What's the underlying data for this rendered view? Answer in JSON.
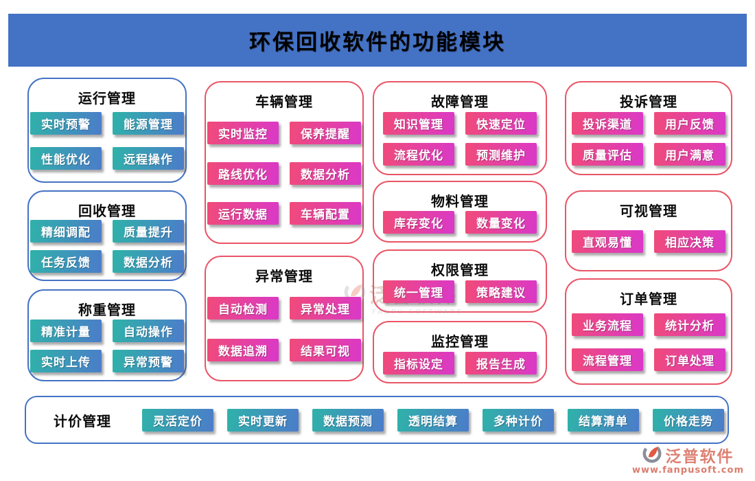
{
  "header": {
    "title": "环保回收软件的功能模块"
  },
  "colors": {
    "header_bg": "#4472c4",
    "blue_card_border": "#4472c4",
    "red_card_border": "#ea5567",
    "teal_button_gradient": [
      "#2fb2a9",
      "#4c7cca"
    ],
    "pink_button_gradient": [
      "#f04b79",
      "#da38c9"
    ],
    "button_text": "#ffffff",
    "brand_text": "#dd8173"
  },
  "cards": [
    {
      "title": "运行管理",
      "theme": "blue",
      "buttons": [
        "实时预警",
        "能源管理",
        "性能优化",
        "远程操作"
      ]
    },
    {
      "title": "回收管理",
      "theme": "blue",
      "buttons": [
        "精细调配",
        "质量提升",
        "任务反馈",
        "数据分析"
      ]
    },
    {
      "title": "称重管理",
      "theme": "blue",
      "buttons": [
        "精准计量",
        "自动操作",
        "实时上传",
        "异常预警"
      ]
    },
    {
      "title": "车辆管理",
      "theme": "red",
      "buttons": [
        "实时监控",
        "保养提醒",
        "路线优化",
        "数据分析",
        "运行数据",
        "车辆配置"
      ]
    },
    {
      "title": "异常管理",
      "theme": "red",
      "buttons": [
        "自动检测",
        "异常处理",
        "数据追溯",
        "结果可视"
      ]
    },
    {
      "title": "故障管理",
      "theme": "red",
      "buttons": [
        "知识管理",
        "快速定位",
        "流程优化",
        "预测维护"
      ]
    },
    {
      "title": "物料管理",
      "theme": "red",
      "buttons": [
        "库存变化",
        "数量变化"
      ]
    },
    {
      "title": "权限管理",
      "theme": "red",
      "buttons": [
        "统一管理",
        "策略建议"
      ]
    },
    {
      "title": "监控管理",
      "theme": "red",
      "buttons": [
        "指标设定",
        "报告生成"
      ]
    },
    {
      "title": "投诉管理",
      "theme": "red",
      "buttons": [
        "投诉渠道",
        "用户反馈",
        "质量评估",
        "用户满意"
      ]
    },
    {
      "title": "可视管理",
      "theme": "red",
      "buttons": [
        "直观易懂",
        "相应决策"
      ]
    },
    {
      "title": "订单管理",
      "theme": "red",
      "buttons": [
        "业务流程",
        "统计分析",
        "流程管理",
        "订单处理"
      ]
    },
    {
      "title": "计价管理",
      "theme": "blue",
      "buttons": [
        "灵活定价",
        "实时更新",
        "数据预测",
        "透明结算",
        "多种计价",
        "结算清单",
        "价格走势"
      ]
    }
  ],
  "watermark": {
    "brand": "泛普软件",
    "subtitle": "FANPU SOFTWARE"
  },
  "footer": {
    "brand": "泛普软件",
    "url": "www.fanpusoft.com"
  }
}
